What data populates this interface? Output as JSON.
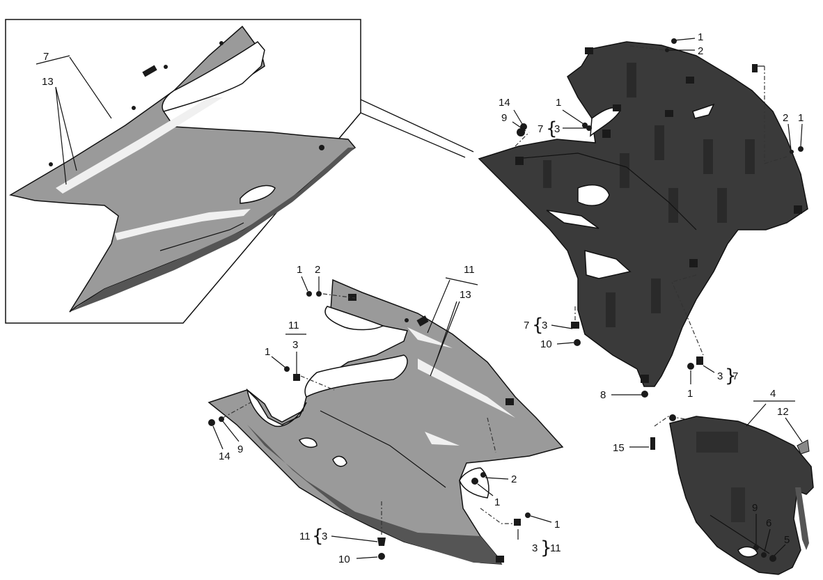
{
  "callouts": {
    "inset_7": "7",
    "inset_13": "13",
    "r_1a": "1",
    "r_2a": "2",
    "r_1b": "1",
    "r_14": "14",
    "r_9": "9",
    "r_7a": "7",
    "r_3a": "3",
    "r_2b": "2",
    "r_1c": "1",
    "r_7b": "7",
    "r_3b": "3",
    "r_10a": "10",
    "r_3c": "3",
    "r_7c": "7",
    "r_1d": "1",
    "r_8": "8",
    "f_4": "4",
    "f_12": "12",
    "f_15": "15",
    "f_9": "9",
    "f_6": "6",
    "f_5": "5",
    "l_1a": "1",
    "l_2a": "2",
    "l_11a": "11",
    "l_13": "13",
    "l_11b": "11",
    "l_3a": "3",
    "l_1b": "1",
    "l_14": "14",
    "l_9": "9",
    "l_2b": "2",
    "l_1c": "1",
    "l_1d": "1",
    "l_11c": "11",
    "l_3b": "3",
    "l_10": "10",
    "l_3c": "3",
    "l_11d": "11"
  }
}
